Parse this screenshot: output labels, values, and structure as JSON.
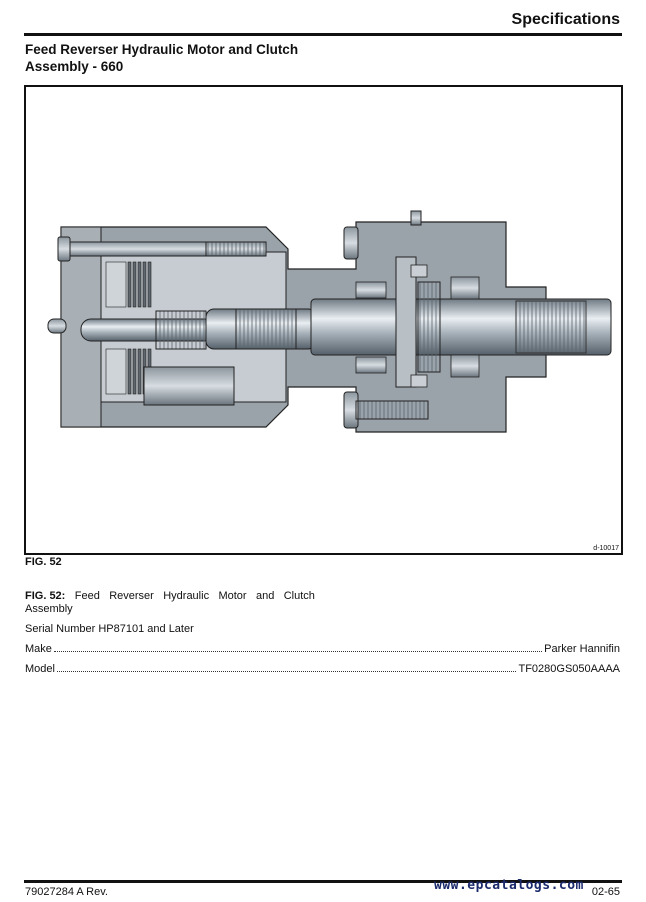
{
  "header": {
    "title": "Specifications"
  },
  "section": {
    "title_line1": "Feed Reverser Hydraulic Motor and Clutch",
    "title_line2": "Assembly - 660"
  },
  "figure": {
    "drawing_id": "d-10017",
    "label": "FIG. 52"
  },
  "caption": {
    "prefix": "FIG. 52:",
    "words": [
      "Feed",
      "Reverser",
      "Hydraulic",
      "Motor",
      "and",
      "Clutch"
    ],
    "line2": "Assembly"
  },
  "serial": "Serial Number HP87101 and Later",
  "specs": {
    "make_label": "Make",
    "make_value": "Parker Hannifin",
    "model_label": "Model",
    "model_value": "TF0280GS050AAAA"
  },
  "footer": {
    "doc_number": "79027284 A Rev.",
    "watermark": "www.epcatalogs.com",
    "page_number": "02-65"
  }
}
